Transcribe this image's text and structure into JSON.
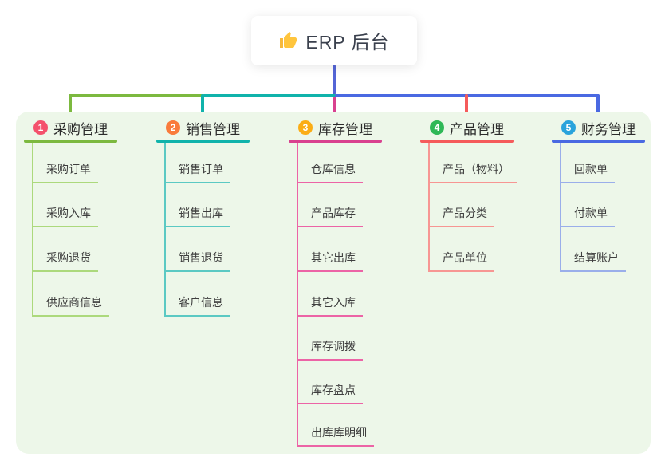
{
  "root": {
    "label": "ERP 后台",
    "icon": "thumbs-up-icon",
    "icon_color": "#FFC53D"
  },
  "connectors": {
    "root_drop_color": "#5465D6"
  },
  "canvas": {
    "panel_color": "#EDF7E9"
  },
  "branches": [
    {
      "index": "1",
      "label": "采购管理",
      "badge_color": "#F4516C",
      "line_color": "#7CB93F",
      "child_line_color": "#ACD97C",
      "children": [
        "采购订单",
        "采购入库",
        "采购退货",
        "供应商信息"
      ]
    },
    {
      "index": "2",
      "label": "销售管理",
      "badge_color": "#F97B3C",
      "line_color": "#10B3AB",
      "child_line_color": "#5BC9C3",
      "children": [
        "销售订单",
        "销售出库",
        "销售退货",
        "客户信息"
      ]
    },
    {
      "index": "3",
      "label": "库存管理",
      "badge_color": "#FBAD15",
      "line_color": "#D9418F",
      "child_line_color": "#EC64A6",
      "children": [
        "仓库信息",
        "产品库存",
        "其它出库",
        "其它入库",
        "库存调拨",
        "库存盘点",
        "出库库明细"
      ]
    },
    {
      "index": "4",
      "label": "产品管理",
      "badge_color": "#2FB857",
      "line_color": "#F55B5B",
      "child_line_color": "#F79693",
      "children": [
        "产品（物料）",
        "产品分类",
        "产品单位"
      ]
    },
    {
      "index": "5",
      "label": "财务管理",
      "badge_color": "#29A3DC",
      "line_color": "#4A69E2",
      "child_line_color": "#9AAEEA",
      "children": [
        "回款单",
        "付款单",
        "结算账户"
      ]
    }
  ]
}
